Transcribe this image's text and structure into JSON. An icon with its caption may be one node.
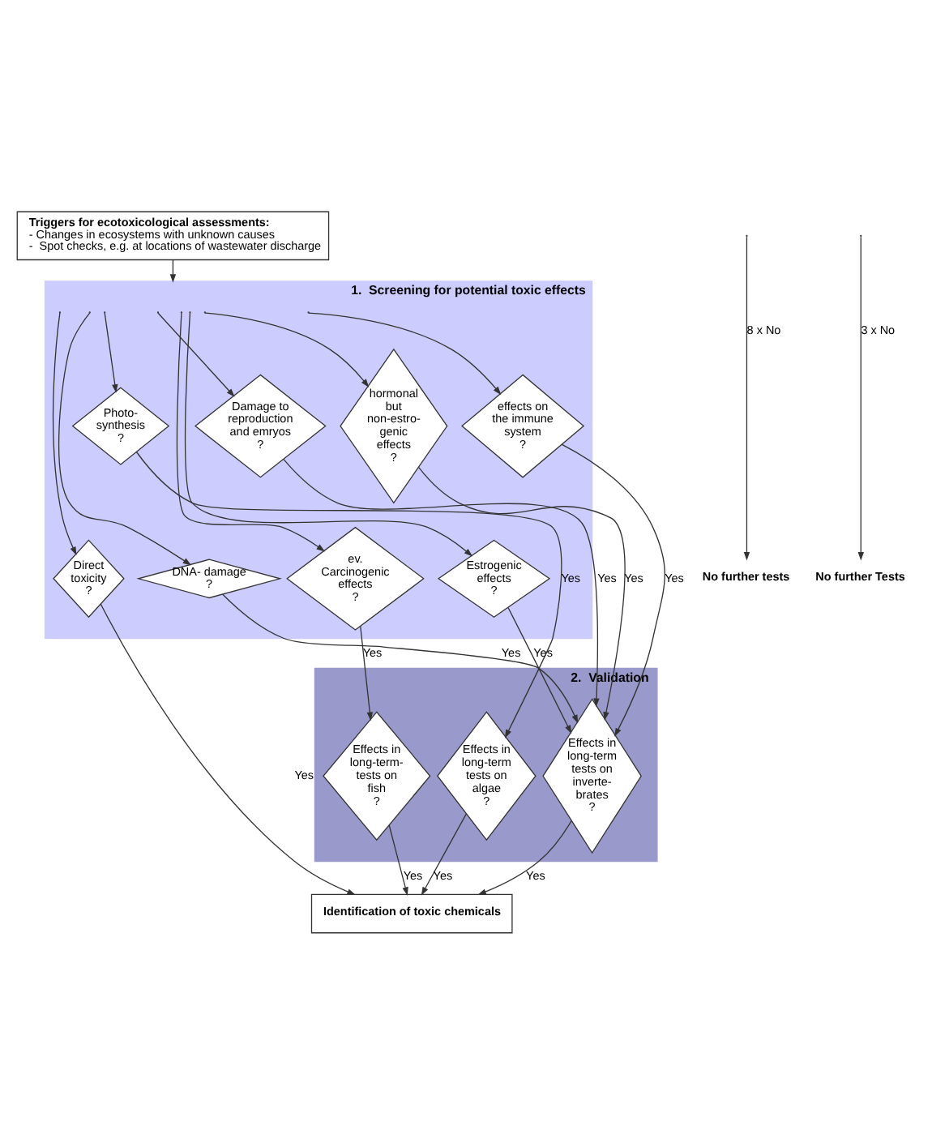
{
  "diagram": {
    "nodes": [
      {
        "text": [
          "Triggers for ecotoxicological assessments:",
          "- Changes in ecosystems with unknown causes",
          "-  Spot checks, e.g. at locations of wastewater discharge"
        ]
      },
      {
        "text": [
          "1.  Screening for potential toxic effects"
        ]
      },
      {
        "text": [
          "Direct toxicity",
          "?"
        ],
        "in": 1
      },
      {
        "text": [
          "Photo- synthesis",
          "?"
        ],
        "in": 1
      },
      {
        "text": [
          "DNA- damage",
          "?"
        ],
        "in": 1
      },
      {
        "text": [
          "Damage to reproduction and emryos",
          "?"
        ],
        "in": 1
      },
      {
        "text": [
          "Estrogenic effects",
          "?"
        ],
        "in": 1
      },
      {
        "text": [
          "hormonal but non-estro- genic effects",
          "?"
        ],
        "in": 1
      },
      {
        "text": [
          "ev. Carcinogenic effects",
          "?"
        ],
        "in": 1
      },
      {
        "text": [
          "effects on the immune system",
          "?"
        ],
        "in": 1
      },
      {
        "text": [
          "No further tests"
        ]
      },
      {
        "text": [
          "2.  Validation"
        ]
      },
      {
        "text": [
          "Effects in long-term tests on algae",
          "?"
        ],
        "in": 11
      },
      {
        "text": [
          "Effects in long-term tests on inverte- brates",
          "?"
        ],
        "in": 11
      },
      {
        "text": [
          "Effects in long-term- tests on fish",
          "?"
        ],
        "in": 11
      },
      {
        "text": [
          "No further Tests"
        ]
      },
      {
        "text": [
          "Identification of toxic chemicals"
        ]
      }
    ],
    "edges": [
      {
        "from": 0,
        "to": 1,
        "arrow": "to"
      },
      {
        "from": null,
        "to": 2,
        "arrow": "to"
      },
      {
        "from": null,
        "to": 3,
        "arrow": "to"
      },
      {
        "from": null,
        "to": 4,
        "arrow": "to"
      },
      {
        "from": null,
        "to": 5,
        "arrow": "to"
      },
      {
        "from": null,
        "to": 6,
        "arrow": "to"
      },
      {
        "from": null,
        "to": 7,
        "arrow": "to"
      },
      {
        "from": null,
        "to": 8,
        "arrow": "to"
      },
      {
        "from": null,
        "to": 9,
        "arrow": "to"
      },
      {
        "from": null,
        "to": 10,
        "arrow": "to",
        "label": "8 x No"
      },
      {
        "from": 2,
        "to": 16,
        "arrow": "to",
        "label": "Yes"
      },
      {
        "from": 3,
        "to": 12,
        "arrow": "to",
        "label": "Yes"
      },
      {
        "from": 4,
        "to": 13,
        "arrow": "to",
        "label": "Yes"
      },
      {
        "from": 5,
        "to": 13,
        "arrow": "to",
        "label": "Yes"
      },
      {
        "from": 6,
        "to": 13,
        "arrow": "to",
        "label": "Yes"
      },
      {
        "from": 7,
        "to": 13,
        "arrow": "to",
        "label": "Yes"
      },
      {
        "from": 9,
        "to": 13,
        "arrow": "to",
        "label": "Yes"
      },
      {
        "from": 8,
        "to": 14,
        "arrow": "to",
        "label": "Yes"
      },
      {
        "from": null,
        "to": 15,
        "arrow": "to",
        "label": "3 x No"
      },
      {
        "from": 12,
        "to": 16,
        "arrow": "to",
        "label": "Yes"
      },
      {
        "from": 13,
        "to": 16,
        "arrow": "to",
        "label": "Yes"
      },
      {
        "from": 14,
        "to": 16,
        "arrow": "to",
        "label": "Yes"
      }
    ]
  }
}
